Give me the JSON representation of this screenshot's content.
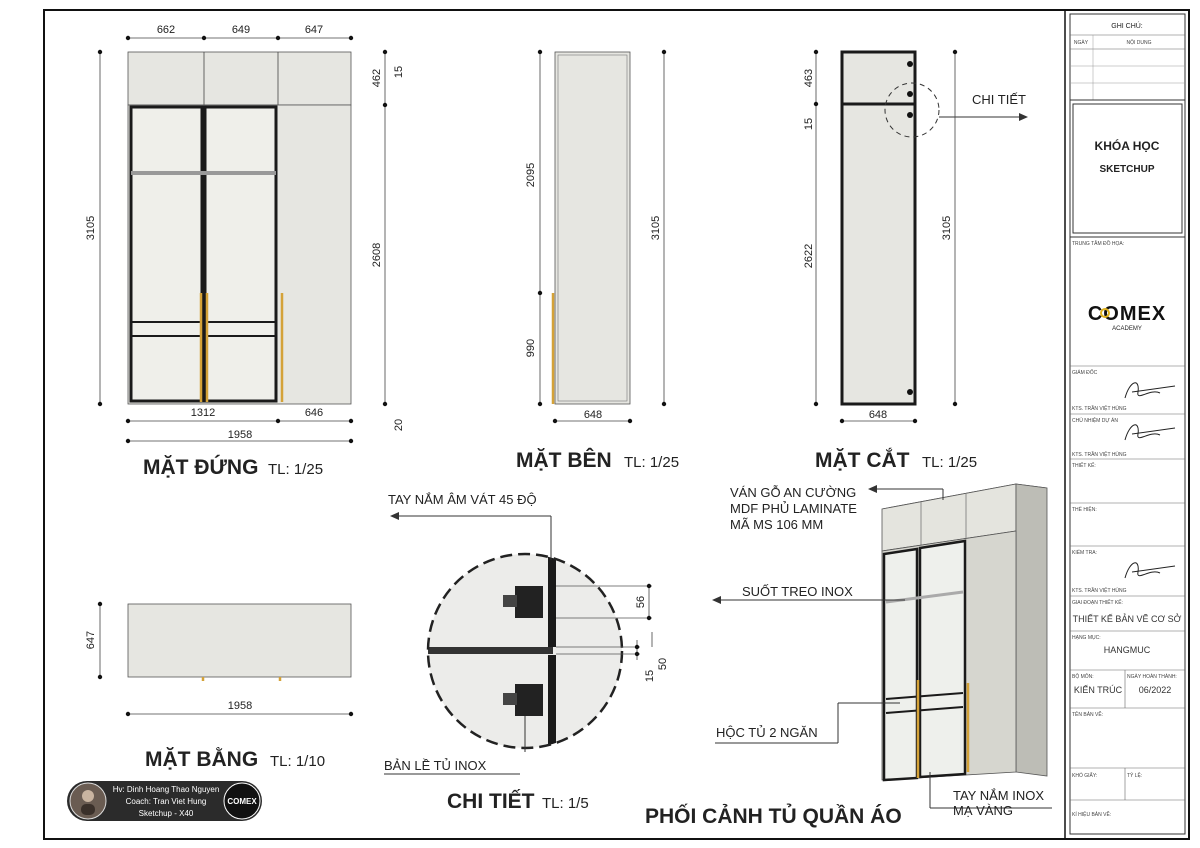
{
  "front": {
    "title": "MẶT ĐỨNG",
    "scale": "TL: 1/25",
    "dims": {
      "top_a": "662",
      "top_b": "649",
      "top_c": "647",
      "total_h": "3105",
      "upper": "462",
      "gap": "15",
      "lower": "2608",
      "w_left": "1312",
      "w_right": "646",
      "w_total": "1958",
      "base": "20"
    }
  },
  "side": {
    "title": "MẶT BÊN",
    "scale": "TL: 1/25",
    "dims": {
      "upper": "2095",
      "lower": "990",
      "total": "3105",
      "width": "648"
    }
  },
  "section": {
    "title": "MẶT CẮT",
    "scale": "TL: 1/25",
    "dims": {
      "upper": "463",
      "gap": "15",
      "lower": "2622",
      "total": "3105",
      "width": "648"
    },
    "detail_label": "CHI TIẾT"
  },
  "plan": {
    "title": "MẶT BẰNG",
    "scale": "TL: 1/10",
    "dims": {
      "depth": "647",
      "width": "1958"
    }
  },
  "detail": {
    "title": "CHI TIẾT",
    "scale": "TL: 1/5",
    "label_handle": "TAY NẮM ÂM VÁT 45 ĐỘ",
    "label_hinge": "BẢN LỀ TỦ INOX",
    "dims": {
      "a": "56",
      "b": "15",
      "c": "50"
    }
  },
  "perspective": {
    "title": "PHỐI CẢNH TỦ QUẦN ÁO",
    "note_wood": "VÁN GỖ AN CƯỜNG\nMDF PHỦ LAMINATE\nMÃ MS 106 MM",
    "note_rail": "SUỐT TREO INOX",
    "note_drawer": "HỘC TỦ 2 NGĂN",
    "note_handle": "TAY NẮM INOX\nMẠ VÀNG"
  },
  "student": {
    "line1": "Hv: Dinh Hoang Thao Nguyen",
    "line2": "Coach: Tran Viet Hung",
    "line3": "Sketchup - X40"
  },
  "logo_small": "COMEX",
  "title_block": {
    "notes_header": "GHI CHÚ:",
    "col_date": "NGÀY",
    "col_content": "NỘI DUNG",
    "course_line1": "KHÓA HỌC",
    "course_line2": "SKETCHUP",
    "center_label": "TRUNG TÂM ĐỒ HỌA:",
    "logo_text": "COMEX",
    "logo_sub": "ACADEMY",
    "director_label": "GIÁM ĐỐC",
    "director_name": "KTS. TRẦN VIỆT HÙNG",
    "pm_label": "CHỦ NHIỆM DỰ ÁN",
    "pm_name": "KTS. TRẦN VIỆT HÙNG",
    "design_label": "THIẾT KẾ:",
    "draw_label": "THỂ HIỆN:",
    "check_label": "KIỂM TRA:",
    "check_name": "KTS. TRẦN VIỆT HÙNG",
    "phase_label": "GIAI ĐOẠN THIẾT KẾ:",
    "phase_value": "THIẾT KẾ BẢN VẼ CƠ SỞ",
    "item_label": "HẠNG MỤC:",
    "item_value": "HANGMUC",
    "dept_label": "BỘ MÔN:",
    "dept_value": "KIẾN TRÚC",
    "date_label": "NGÀY HOÀN THÀNH:",
    "date_value": "06/2022",
    "sheet_label": "TÊN BẢN VẼ:",
    "size_label": "KHỔ GIẤY:",
    "ratio_label": "TỶ LỆ:",
    "code_label": "KÍ HIỆU BẢN VẼ:"
  }
}
